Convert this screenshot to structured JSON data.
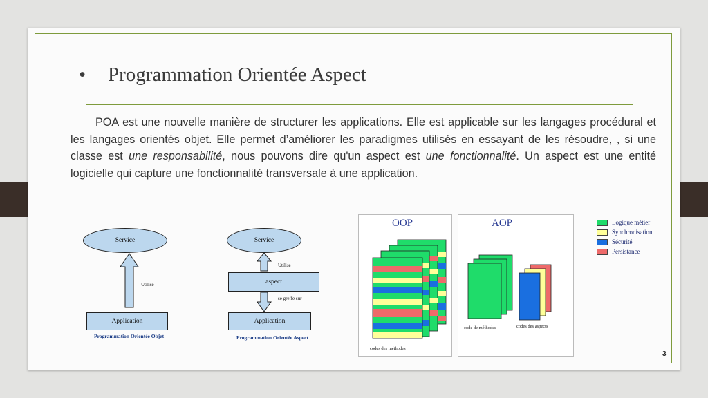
{
  "slide": {
    "title": "Programmation Orientée Aspect",
    "bullet": "•",
    "paragraph": "POA est une nouvelle manière de structurer les applications. Elle est applicable sur les langages procédural et les langages orientés objet. Elle permet d’améliorer les paradigmes utilisés en essayant de les résoudre, , si une classe est une responsabilité, nous pouvons dire qu'un aspect est une fonctionnalité. Un aspect est une entité logicielle qui capture une fonctionnalité transversale à une application.",
    "page_number": "3"
  },
  "diagram_oo": {
    "service": "Service",
    "arrow_label": "Utilise",
    "application": "Application",
    "caption": "Programmation Orientée Objet"
  },
  "diagram_aspect": {
    "service": "Service",
    "arrow_up_label": "Utilise",
    "aspect": "aspect",
    "arrow_down_label": "se greffe sur",
    "application": "Application",
    "caption": "Programmation Orientée Aspect"
  },
  "oop_panel": {
    "title": "OOP",
    "caption": "codes des méthodes"
  },
  "aop_panel": {
    "title": "AOP",
    "caption_left": "code de méthodes",
    "caption_right": "codes des aspects"
  },
  "legend": {
    "items": [
      {
        "label": "Logique métier",
        "color": "#1fdc6a"
      },
      {
        "label": "Synchronisation",
        "color": "#ffff99"
      },
      {
        "label": "Sécurité",
        "color": "#1a6fe0"
      },
      {
        "label": "Persistance",
        "color": "#ee6a6a"
      }
    ]
  },
  "colors": {
    "accent": "#7e9b3c",
    "green": "#1fdc6a",
    "yellow": "#ffff99",
    "blue": "#1a6fe0",
    "red": "#ee6a6a"
  }
}
